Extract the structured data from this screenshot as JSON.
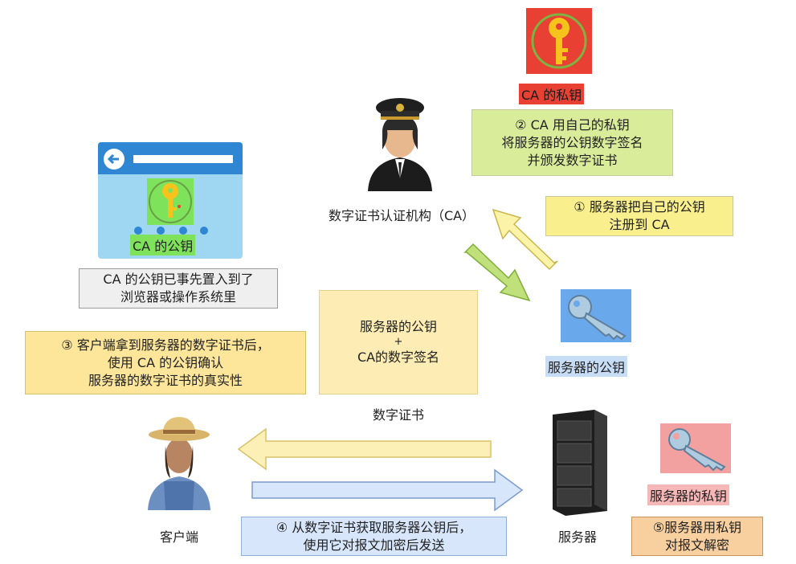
{
  "ca_private_key": {
    "label": "CA 的私钥"
  },
  "ca_org": {
    "label": "数字证书认证机构（CA）"
  },
  "step2": {
    "lines": [
      "② CA 用自己的私钥",
      "将服务器的公钥数字签名",
      "并颁发数字证书"
    ]
  },
  "step1": {
    "lines": [
      "① 服务器把自己的公钥",
      "注册到 CA"
    ]
  },
  "browser": {
    "pubkey_label": "CA 的公钥"
  },
  "preinstall": {
    "lines": [
      "CA 的公钥已事先置入到了",
      "浏览器或操作系统里"
    ]
  },
  "step3": {
    "lines": [
      "③ 客户端拿到服务器的数字证书后，",
      "使用 CA 的公钥确认",
      "服务器的数字证书的真实性"
    ]
  },
  "certificate": {
    "line1": "服务器的公钥",
    "plus": "+",
    "line2": "CA的数字签名",
    "caption": "数字证书"
  },
  "server_public_key": {
    "label": "服务器的公钥"
  },
  "server_private_key": {
    "label": "服务器的私钥"
  },
  "client": {
    "label": "客户端"
  },
  "server": {
    "label": "服务器"
  },
  "step4": {
    "lines": [
      "④ 从数字证书获取服务器公钥后，",
      "使用它对报文加密后发送"
    ]
  },
  "step5": {
    "lines": [
      "⑤服务器用私钥",
      "对报文解密"
    ]
  },
  "colors": {
    "yellow_note": "#fdedb4",
    "green_note": "#d9ec9a",
    "blue_note": "#d7e6fb",
    "orange_note": "#f8cf9e",
    "gray_note": "#efefef",
    "red_key_bg": "#e84033",
    "blue_key_bg": "#6aa8ec",
    "pink_key_bg": "#f2a0a0"
  }
}
